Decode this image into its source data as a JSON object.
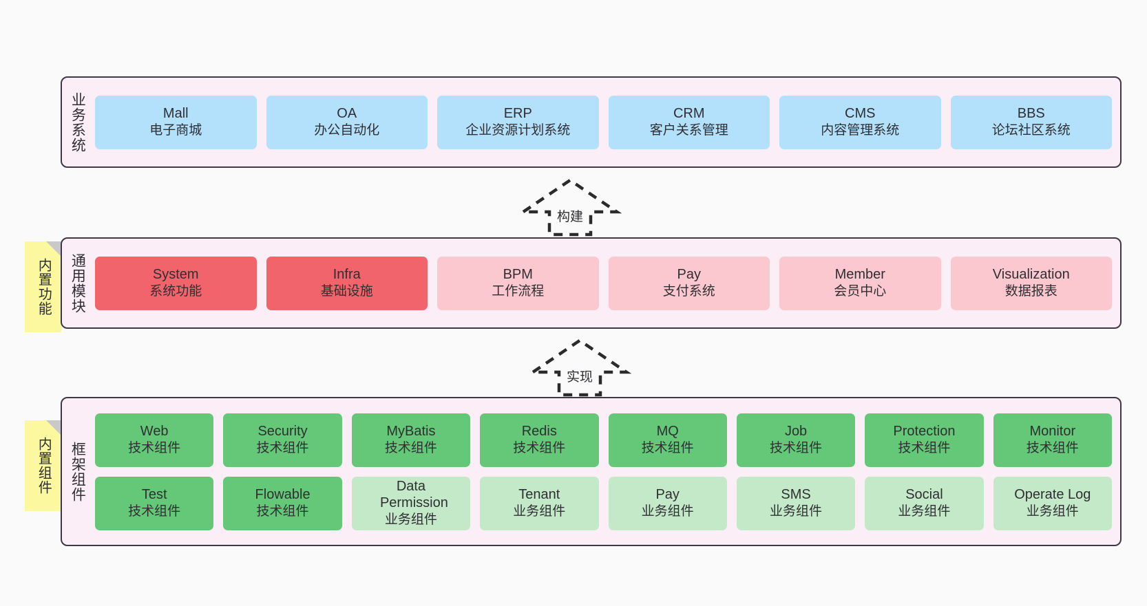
{
  "diagram": {
    "background_color": "#fafafa",
    "panel_color": "#fbeef6",
    "panel_border_color": "#3d3846",
    "note_color": "#fbf8a0"
  },
  "layers": [
    {
      "id": "business-systems",
      "title": "业务系统",
      "note": null,
      "rows": [
        {
          "nodes": [
            {
              "title": "Mall",
              "sub": "电子商城",
              "color": "#b3e0fb",
              "style": "c-blue"
            },
            {
              "title": "OA",
              "sub": "办公自动化",
              "color": "#b3e0fb",
              "style": "c-blue"
            },
            {
              "title": "ERP",
              "sub": "企业资源计划系统",
              "color": "#b3e0fb",
              "style": "c-blue"
            },
            {
              "title": "CRM",
              "sub": "客户关系管理",
              "color": "#b3e0fb",
              "style": "c-blue"
            },
            {
              "title": "CMS",
              "sub": "内容管理系统",
              "color": "#b3e0fb",
              "style": "c-blue"
            },
            {
              "title": "BBS",
              "sub": "论坛社区系统",
              "color": "#b3e0fb",
              "style": "c-blue"
            }
          ]
        }
      ]
    },
    {
      "id": "common-modules",
      "title": "通用模块",
      "note": "内置功能",
      "rows": [
        {
          "nodes": [
            {
              "title": "System",
              "sub": "系统功能",
              "color": "#f1646c",
              "style": "c-red"
            },
            {
              "title": "Infra",
              "sub": "基础设施",
              "color": "#f1646c",
              "style": "c-red"
            },
            {
              "title": "BPM",
              "sub": "工作流程",
              "color": "#fbc8cf",
              "style": "c-pink"
            },
            {
              "title": "Pay",
              "sub": "支付系统",
              "color": "#fbc8cf",
              "style": "c-pink"
            },
            {
              "title": "Member",
              "sub": "会员中心",
              "color": "#fbc8cf",
              "style": "c-pink"
            },
            {
              "title": "Visualization",
              "sub": "数据报表",
              "color": "#fbc8cf",
              "style": "c-pink"
            }
          ]
        }
      ]
    },
    {
      "id": "framework-components",
      "title": "框架组件",
      "note": "内置组件",
      "rows": [
        {
          "nodes": [
            {
              "title": "Web",
              "sub": "技术组件",
              "color": "#64c878",
              "style": "c-green"
            },
            {
              "title": "Security",
              "sub": "技术组件",
              "color": "#64c878",
              "style": "c-green"
            },
            {
              "title": "MyBatis",
              "sub": "技术组件",
              "color": "#64c878",
              "style": "c-green"
            },
            {
              "title": "Redis",
              "sub": "技术组件",
              "color": "#64c878",
              "style": "c-green"
            },
            {
              "title": "MQ",
              "sub": "技术组件",
              "color": "#64c878",
              "style": "c-green"
            },
            {
              "title": "Job",
              "sub": "技术组件",
              "color": "#64c878",
              "style": "c-green"
            },
            {
              "title": "Protection",
              "sub": "技术组件",
              "color": "#64c878",
              "style": "c-green"
            },
            {
              "title": "Monitor",
              "sub": "技术组件",
              "color": "#64c878",
              "style": "c-green"
            }
          ]
        },
        {
          "nodes": [
            {
              "title": "Test",
              "sub": "技术组件",
              "color": "#64c878",
              "style": "c-green"
            },
            {
              "title": "Flowable",
              "sub": "技术组件",
              "color": "#64c878",
              "style": "c-green"
            },
            {
              "title": "Data Permission",
              "sub": "业务组件",
              "color": "#c3e9c8",
              "style": "c-lightgreen"
            },
            {
              "title": "Tenant",
              "sub": "业务组件",
              "color": "#c3e9c8",
              "style": "c-lightgreen"
            },
            {
              "title": "Pay",
              "sub": "业务组件",
              "color": "#c3e9c8",
              "style": "c-lightgreen"
            },
            {
              "title": "SMS",
              "sub": "业务组件",
              "color": "#c3e9c8",
              "style": "c-lightgreen"
            },
            {
              "title": "Social",
              "sub": "业务组件",
              "color": "#c3e9c8",
              "style": "c-lightgreen"
            },
            {
              "title": "Operate Log",
              "sub": "业务组件",
              "color": "#c3e9c8",
              "style": "c-lightgreen"
            }
          ]
        }
      ]
    }
  ],
  "arrows": [
    {
      "id": "build",
      "label": "构建",
      "direction": "up",
      "from": "common-modules",
      "to": "business-systems"
    },
    {
      "id": "implement",
      "label": "实现",
      "direction": "up",
      "from": "framework-components",
      "to": "common-modules"
    }
  ]
}
